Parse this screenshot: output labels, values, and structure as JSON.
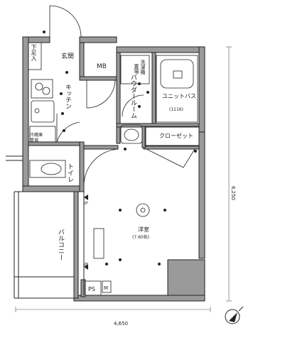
{
  "rooms": {
    "genkan": "玄関",
    "getabako": "下足入",
    "mb": "MB",
    "kitchen": "キッチン",
    "reizouko": "冷蔵庫",
    "reizouko2": "置場",
    "sentakuki": "洗濯機",
    "sentakuki2": "置場",
    "powder_room": "パウダールーム",
    "unit_bath": "ユニットバス",
    "unit_bath_size": "(1116)",
    "closet": "クローゼット",
    "toilet": "トイレ",
    "youshitsu": "洋室",
    "youshitsu_size": "(7.60帖)",
    "balcony": "バルコニー",
    "ps": "PS",
    "ps_m": "M"
  },
  "dimensions": {
    "width": "4,650",
    "depth": "6,250"
  },
  "markers": {
    "sensor_top": "2F",
    "sensor_bottom": "2F"
  },
  "icons": [
    "north-arrow-icon",
    "light-fixture-icon",
    "outlet-icon",
    "sink-icon",
    "bathtub-icon",
    "toilet-icon"
  ],
  "colors": {
    "wall_fill": "#9a9a9a",
    "line": "#222222"
  }
}
